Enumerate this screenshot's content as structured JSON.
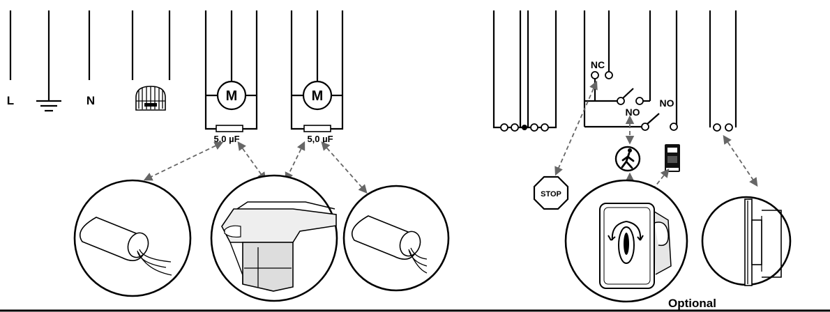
{
  "labels": {
    "line": "L",
    "neutral": "N",
    "motor_left": "M",
    "motor_right": "M",
    "capacitor_left": "5,0 µF",
    "capacitor_right": "5,0 µF",
    "nc": "NC",
    "no_1": "NO",
    "no_2": "NO",
    "stop": "STOP",
    "optional": "Optional"
  },
  "icons": [
    "ground-icon",
    "flashing-lamp-icon",
    "motor-icon",
    "capacitor-icon",
    "stop-sign-icon",
    "pedestrian-icon",
    "remote-control-icon",
    "key-switch-icon",
    "photocell-icon"
  ],
  "colors": {
    "line": "#000000",
    "arrow": "#666666",
    "background": "#ffffff"
  }
}
